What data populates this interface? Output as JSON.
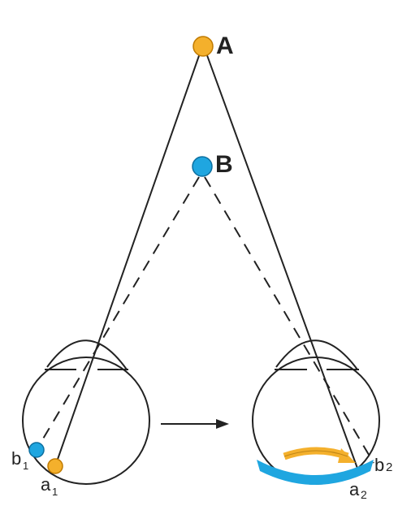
{
  "diagram": {
    "points": {
      "A": {
        "label": "A",
        "color": "#f4b02c"
      },
      "B": {
        "label": "B",
        "color": "#1fa6e0"
      }
    },
    "left_eye": {
      "b_label": "b",
      "b_sub": "1",
      "a_label": "a",
      "a_sub": "1"
    },
    "right_eye": {
      "b_label": "b",
      "b_sub": "2",
      "a_label": "a",
      "a_sub": "2"
    },
    "colors": {
      "orange": "#f4b02c",
      "blue": "#1fa6e0",
      "line": "#222222"
    }
  }
}
